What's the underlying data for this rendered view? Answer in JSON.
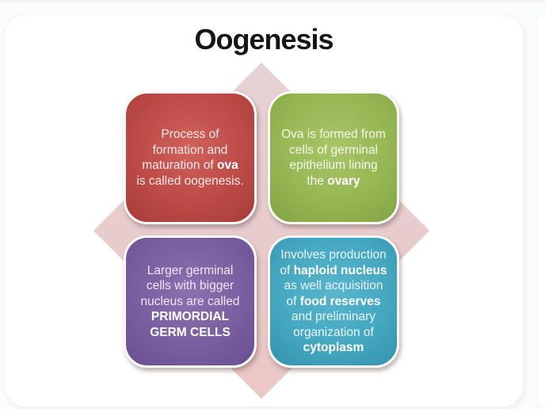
{
  "page": {
    "title": "Oogenesis",
    "title_color": "#161616"
  },
  "diamond": {
    "color_top": "#e5d1d5",
    "color_bottom": "#ebc7c5"
  },
  "boxes": [
    {
      "position": "top-left",
      "topic": "definition-of-oogenesis",
      "shades": {
        "light": "#cf615b",
        "mid": "#bd4b47",
        "dark": "#a63c39"
      },
      "text_color": "#f8eae9",
      "lines": [
        [
          {
            "t": "Process of"
          }
        ],
        [
          {
            "t": "formation and"
          }
        ],
        [
          {
            "t": "maturation of "
          },
          {
            "t": "ova",
            "b": true
          }
        ],
        [
          {
            "t": "is called oogenesis."
          }
        ]
      ]
    },
    {
      "position": "top-right",
      "topic": "origin-of-ova",
      "shades": {
        "light": "#a8c468",
        "mid": "#97b754",
        "dark": "#82a342"
      },
      "text_color": "#f3f8e9",
      "lines": [
        [
          {
            "t": "Ova is formed from"
          }
        ],
        [
          {
            "t": "cells of germinal"
          }
        ],
        [
          {
            "t": "epithelium lining"
          }
        ],
        [
          {
            "t": "the "
          },
          {
            "t": "ovary",
            "b": true
          }
        ]
      ]
    },
    {
      "position": "bottom-left",
      "topic": "primordial-germ-cells",
      "shades": {
        "light": "#8b71ae",
        "mid": "#7a5fa0",
        "dark": "#684f8f"
      },
      "text_color": "#efe7f6",
      "lines": [
        [
          {
            "t": "Larger germinal"
          }
        ],
        [
          {
            "t": "cells with bigger"
          }
        ],
        [
          {
            "t": "nucleus are called"
          }
        ],
        [
          {
            "t": "PRIMORDIAL",
            "b": true
          }
        ],
        [
          {
            "t": "GERM CELLS",
            "b": true
          }
        ]
      ]
    },
    {
      "position": "bottom-right",
      "topic": "process-involves",
      "shades": {
        "light": "#58b5cc",
        "mid": "#45a8c1",
        "dark": "#3592ac"
      },
      "text_color": "#eaf6f9",
      "lines": [
        [
          {
            "t": "Involves production"
          }
        ],
        [
          {
            "t": "of "
          },
          {
            "t": "haploid nucleus",
            "b": true
          }
        ],
        [
          {
            "t": "as well acquisition"
          }
        ],
        [
          {
            "t": "of "
          },
          {
            "t": "food reserves",
            "b": true
          }
        ],
        [
          {
            "t": "and preliminary"
          }
        ],
        [
          {
            "t": "organization of"
          }
        ],
        [
          {
            "t": "cytoplasm",
            "b": true
          }
        ]
      ]
    }
  ]
}
